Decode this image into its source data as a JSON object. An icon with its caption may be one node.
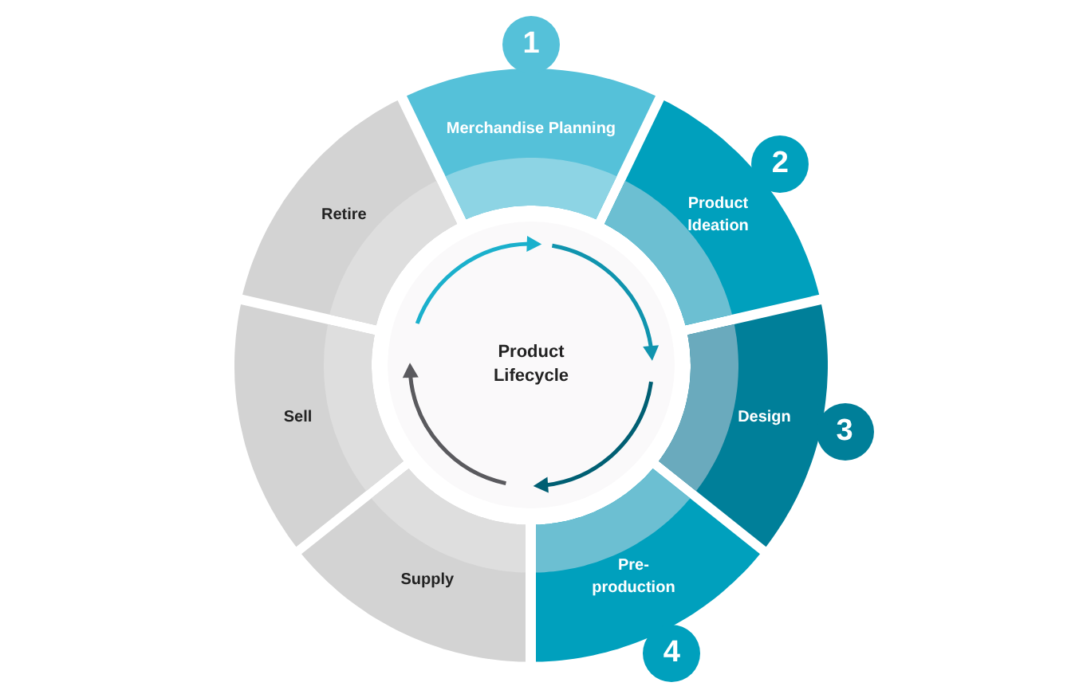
{
  "diagram": {
    "nodes": [
      {
        "text": [
          "Product Lifecycle"
        ]
      },
      {
        "text": [
          "Merchandise Planning"
        ],
        "beside": [
          "1"
        ]
      },
      {
        "text": [
          "Product Ideation"
        ],
        "beside": [
          "2"
        ]
      },
      {
        "text": [
          "Design"
        ],
        "beside": [
          "3"
        ]
      },
      {
        "text": [
          "Pre-production"
        ],
        "beside": [
          "4"
        ]
      },
      {
        "text": [
          "Supply"
        ]
      },
      {
        "text": [
          "Sell"
        ]
      },
      {
        "text": [
          "Retire"
        ]
      }
    ]
  }
}
